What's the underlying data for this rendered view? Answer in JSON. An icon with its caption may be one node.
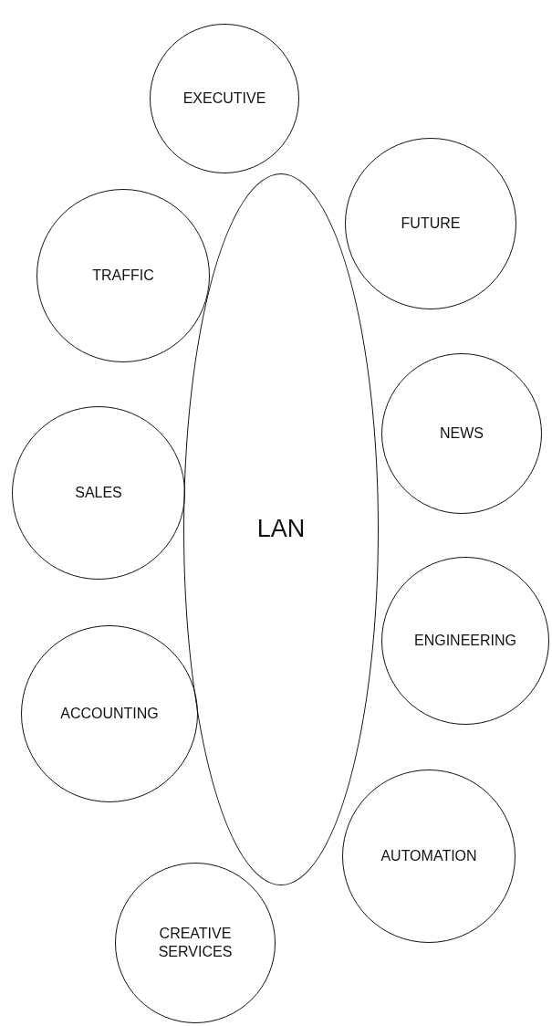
{
  "diagram": {
    "nodes": [
      {
        "text": [
          "EXECUTIVE"
        ]
      },
      {
        "text": [
          "FUTURE"
        ]
      },
      {
        "text": [
          "TRAFFIC"
        ]
      },
      {
        "text": [
          "NEWS"
        ]
      },
      {
        "text": [
          "SALES"
        ]
      },
      {
        "text": [
          "LAN"
        ]
      },
      {
        "text": [
          "ENGINEERING"
        ]
      },
      {
        "text": [
          "ACCOUNTING"
        ]
      },
      {
        "text": [
          "AUTOMATION"
        ]
      },
      {
        "text": [
          "CREATIVE SERVICES"
        ]
      }
    ]
  }
}
